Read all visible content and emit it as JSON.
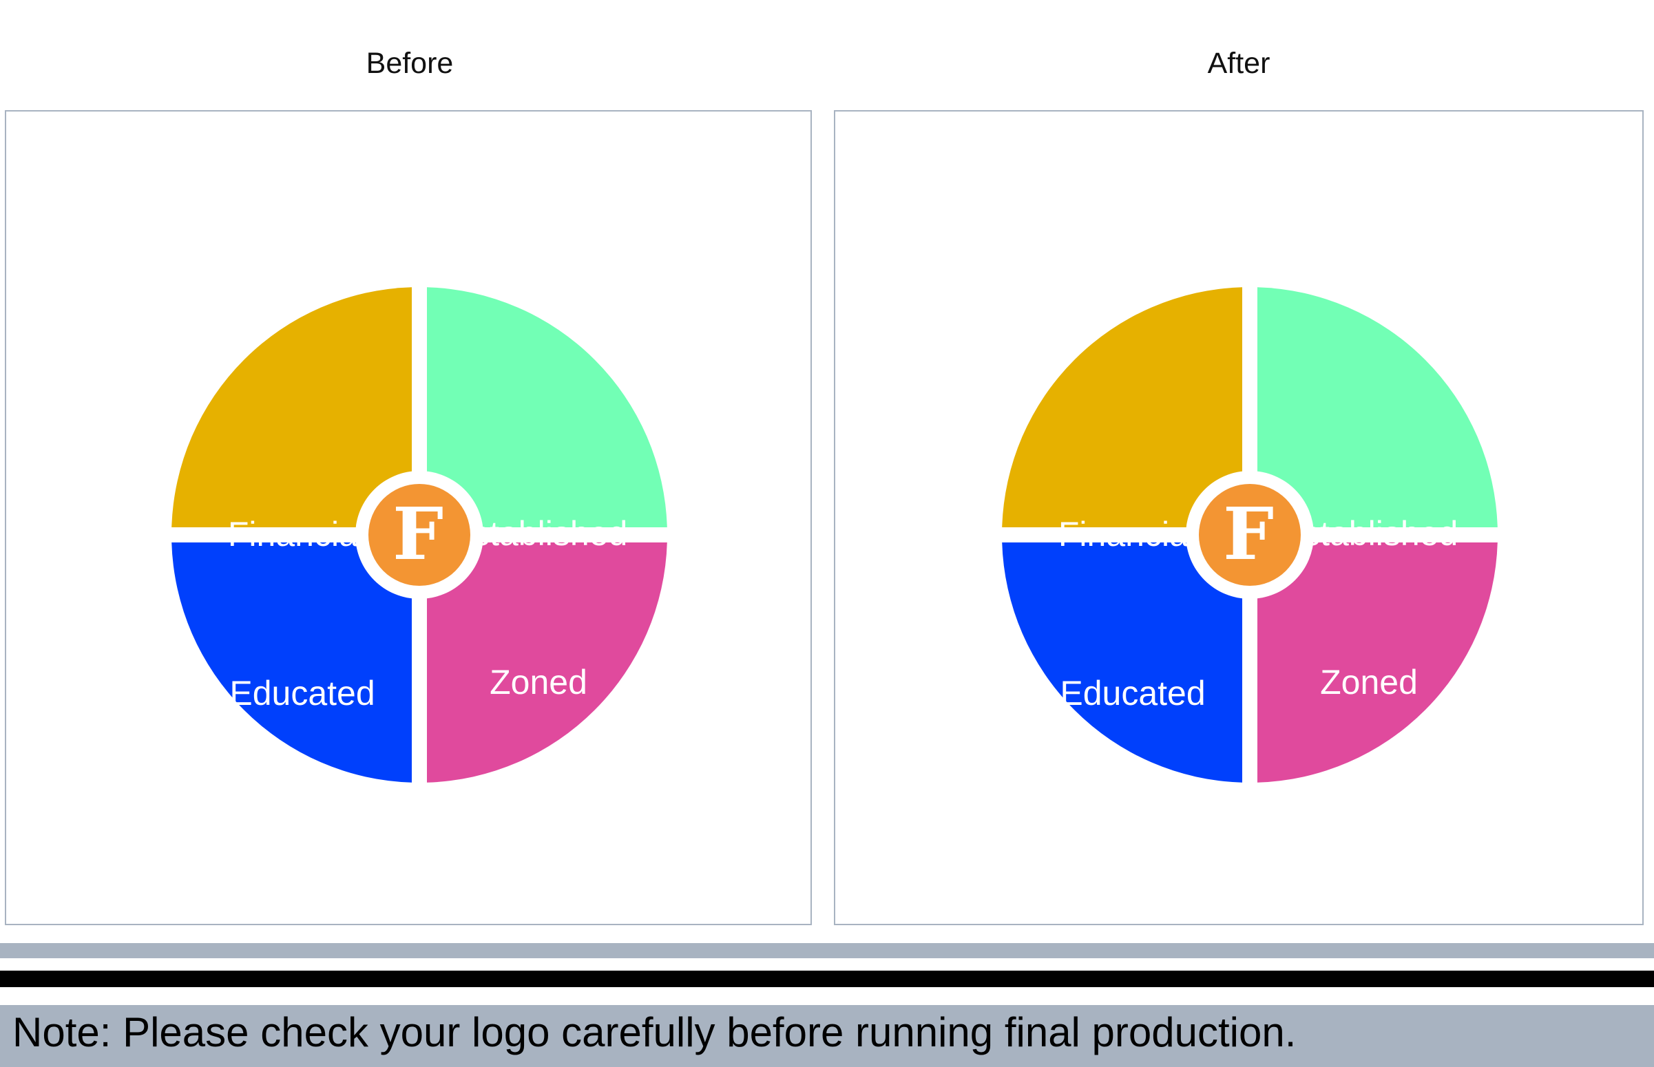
{
  "panels": [
    {
      "title": "Before",
      "segments": {
        "top_left": {
          "label": "Financially",
          "color": "#e6b100"
        },
        "top_right": {
          "label": "Established",
          "color": "#72ffb5"
        },
        "bottom_left": {
          "label": "Educated",
          "color": "#0040fc"
        },
        "bottom_right": {
          "label": "Zoned",
          "color": "#e04a9d"
        }
      },
      "logo": {
        "letter": "F",
        "color": "#f39533"
      }
    },
    {
      "title": "After",
      "segments": {
        "top_left": {
          "label": "Financially",
          "color": "#e6b100"
        },
        "top_right": {
          "label": "Established",
          "color": "#72ffb5"
        },
        "bottom_left": {
          "label": "Educated",
          "color": "#0040fc"
        },
        "bottom_right": {
          "label": "Zoned",
          "color": "#e04a9d"
        }
      },
      "logo": {
        "letter": "F",
        "color": "#f39533"
      }
    }
  ],
  "colors": {
    "panel_border": "#a8b3c1",
    "bar_gray": "#a8b3c1",
    "bar_black": "#000000",
    "note_background": "#a8b3c1"
  },
  "note": {
    "text": "Note: Please check your logo carefully before running final production."
  }
}
